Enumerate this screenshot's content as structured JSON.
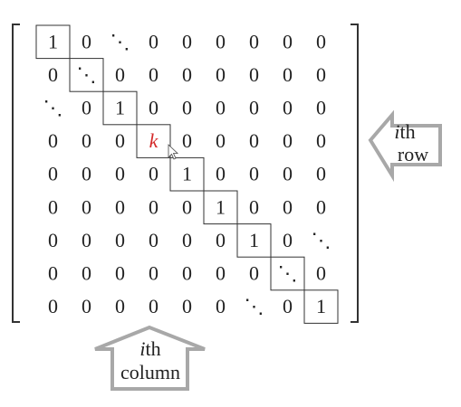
{
  "matrix": {
    "rows": [
      [
        "1",
        "0",
        "⋱",
        "0",
        "0",
        "0",
        "0",
        "0",
        "0"
      ],
      [
        "0",
        "⋱",
        "0",
        "0",
        "0",
        "0",
        "0",
        "0",
        "0"
      ],
      [
        "⋱",
        "0",
        "1",
        "0",
        "0",
        "0",
        "0",
        "0",
        "0"
      ],
      [
        "0",
        "0",
        "0",
        "k",
        "0",
        "0",
        "0",
        "0",
        "0"
      ],
      [
        "0",
        "0",
        "0",
        "0",
        "1",
        "0",
        "0",
        "0",
        "0"
      ],
      [
        "0",
        "0",
        "0",
        "0",
        "0",
        "1",
        "0",
        "0",
        "0"
      ],
      [
        "0",
        "0",
        "0",
        "0",
        "0",
        "0",
        "1",
        "0",
        "⋱"
      ],
      [
        "0",
        "0",
        "0",
        "0",
        "0",
        "0",
        "0",
        "⋱",
        "0"
      ],
      [
        "0",
        "0",
        "0",
        "0",
        "0",
        "0",
        "⋱",
        "0",
        "1"
      ]
    ],
    "highlight": {
      "row": 3,
      "col": 3,
      "color": "#d42a2a"
    }
  },
  "row_arrow": {
    "italic": "i",
    "suffix": "th",
    "line2": "row"
  },
  "column_arrow": {
    "italic": "i",
    "suffix": "th",
    "line2": "column"
  },
  "colors": {
    "arrow_outline": "#a8a8a8",
    "text": "#222222",
    "highlight": "#d42a2a"
  }
}
